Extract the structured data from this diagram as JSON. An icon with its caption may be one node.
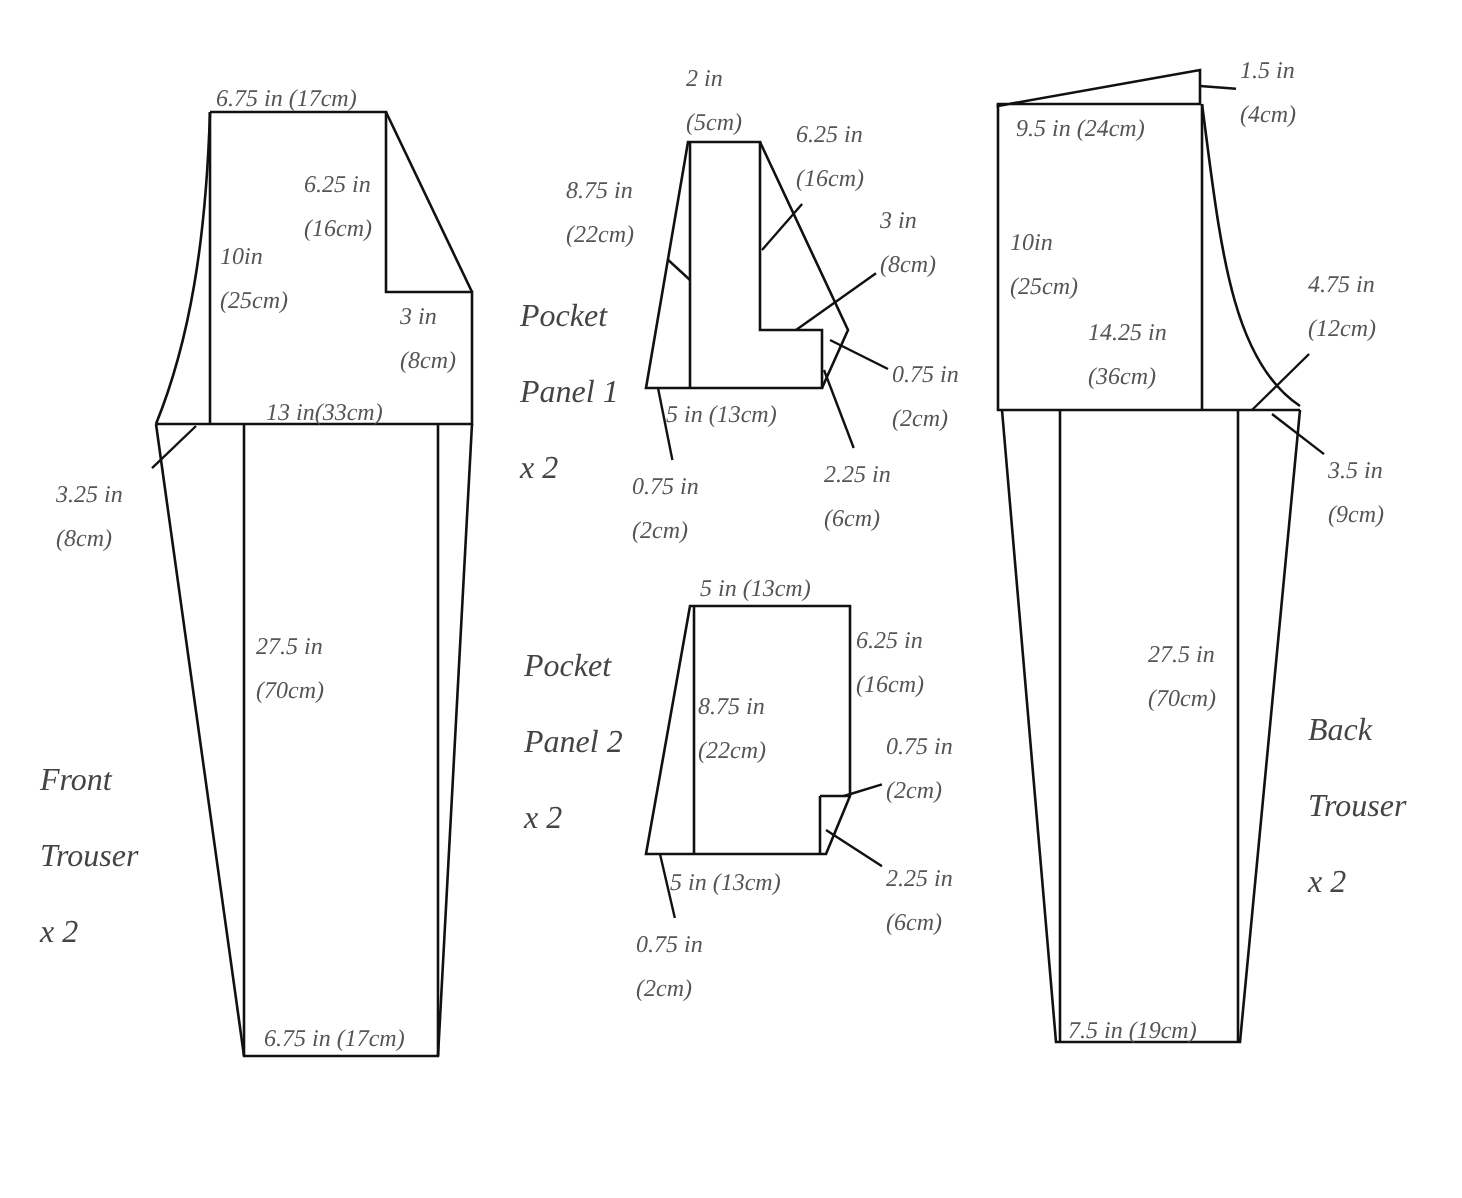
{
  "diagram": {
    "nodes": [
      {
        "text": [
          "3.25 in (8cm)"
        ]
      },
      {
        "text": [
          "8.75 in (22cm)"
        ]
      },
      {
        "text": [
          "6.25 in (16cm)"
        ]
      },
      {
        "text": [
          "3 in (8cm)"
        ]
      },
      {
        "text": [
          "0.75 in (2cm)"
        ]
      },
      {
        "text": [
          "2.25 in (6cm)"
        ]
      },
      {
        "text": [
          "0.75 in (2cm)"
        ]
      },
      {
        "text": [
          "0.75 in (2cm)"
        ]
      },
      {
        "text": [
          "2.25 in (6cm)"
        ]
      },
      {
        "text": [
          "0.75 in (2cm)"
        ]
      },
      {
        "text": [
          "1.5 in (4cm)"
        ]
      },
      {
        "text": [
          "4.75 in (12cm)"
        ]
      },
      {
        "text": [
          "3.5 in (9cm)"
        ]
      },
      {
        "text": [],
        "shape": "picture",
        "beside": [
          "Front Trouser x 2"
        ]
      },
      {
        "text": [],
        "shape": "picture",
        "beside": [
          "Pocket Panel 1 x 2"
        ]
      },
      {
        "text": [],
        "shape": "picture",
        "beside": [
          "Pocket Panel 2 x 2"
        ]
      },
      {
        "text": [],
        "shape": "picture",
        "beside": [
          "Back Trouser x 2"
        ]
      }
    ],
    "edges": [
      {
        "from": 0,
        "to": 13,
        "arrow": "none"
      },
      {
        "from": 1,
        "to": 14,
        "arrow": "none"
      },
      {
        "from": 2,
        "to": 14,
        "arrow": "none"
      },
      {
        "from": 3,
        "to": 14,
        "arrow": "none"
      },
      {
        "from": 4,
        "to": 14,
        "arrow": "none"
      },
      {
        "from": 5,
        "to": 14,
        "arrow": "none"
      },
      {
        "from": 6,
        "to": 14,
        "arrow": "none"
      },
      {
        "from": 7,
        "to": 15,
        "arrow": "none"
      },
      {
        "from": 8,
        "to": 15,
        "arrow": "none"
      },
      {
        "from": 9,
        "to": 15,
        "arrow": "none"
      },
      {
        "from": 10,
        "to": 16,
        "arrow": "none"
      },
      {
        "from": 11,
        "to": 16,
        "arrow": "none"
      },
      {
        "from": 12,
        "to": 16,
        "arrow": "none"
      }
    ],
    "labels": [
      "6.75 in (17cm)",
      "6.25 in (16cm)",
      "10in (25cm)",
      "3 in (8cm)",
      "13 in(33cm)",
      "27.5 in (70cm)",
      "6.75 in (17cm)",
      "2 in (5cm)",
      "5 in (13cm)",
      "5 in (13cm)",
      "6.25 in (16cm)",
      "8.75 in (22cm)",
      "5 in (13cm)",
      "9.5 in (24cm)",
      "10in (25cm)",
      "14.25 in (36cm)",
      "27.5 in (70cm)",
      "7.5 in (19cm)"
    ]
  }
}
